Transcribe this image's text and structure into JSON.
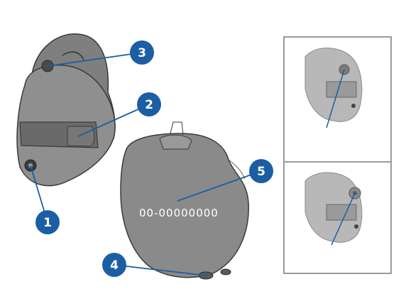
{
  "colors": {
    "device_fill": "#8a8a8a",
    "device_shadow": "#6f6f6f",
    "device_outline": "#3a3a3a",
    "callout": "#1c5ea3",
    "leader_line": "#1c5ea3",
    "inset_border": "#9a9a9a",
    "inset_device": "#b4b4b4"
  },
  "callouts": {
    "c1": "1",
    "c2": "2",
    "c3": "3",
    "c4": "4",
    "c5": "5"
  },
  "serial": "00-00000000"
}
